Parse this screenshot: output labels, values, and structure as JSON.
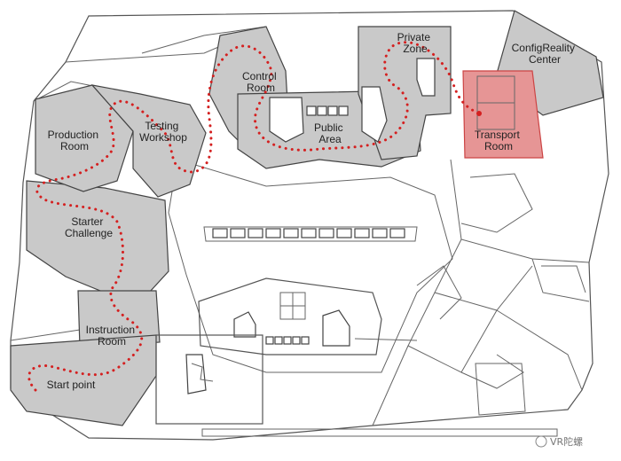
{
  "rooms": {
    "private_zone": [
      "Private",
      "Zone"
    ],
    "configreality_center": [
      "ConfigReality",
      "Center"
    ],
    "control_room": [
      "Control",
      "Room"
    ],
    "testing_workshop": [
      "Testing",
      "Workshop"
    ],
    "production_room": [
      "Production",
      "Room"
    ],
    "public_area": [
      "Public",
      "Area"
    ],
    "transport_room": [
      "Transport",
      "Room"
    ],
    "starter_challenge": [
      "Starter",
      "Challenge"
    ],
    "instruction_room": [
      "Instruction",
      "Room"
    ],
    "start_point": [
      "Start point"
    ]
  },
  "watermark": "VR陀螺",
  "colors": {
    "route": "#d42020",
    "highlight": "#e69595",
    "room_fill": "#c9c9c9"
  }
}
